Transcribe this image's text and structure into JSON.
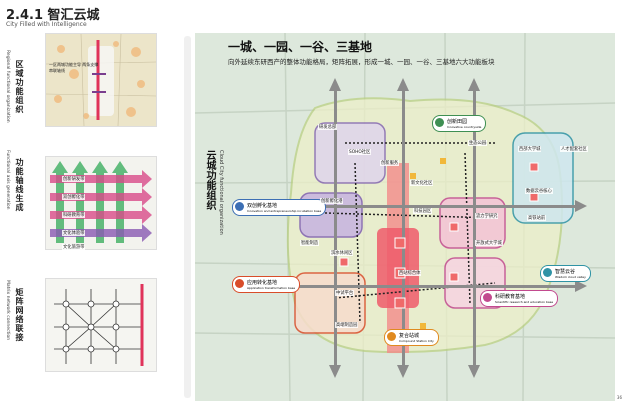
{
  "header": {
    "title": "2.4.1 智汇云城",
    "subtitle": "City Filled with Intelligence"
  },
  "left_panel": {
    "sections": [
      {
        "cn": "区域功能组织",
        "en": "Regional functional organization",
        "note": "一区两城功能主导 两条支撑串联轴线"
      },
      {
        "cn": "功能轴线生成",
        "en": "Functional axis generation"
      },
      {
        "cn": "矩阵网络联接",
        "en": "Matrix network connection"
      }
    ],
    "axis_labels": [
      "创新研发带",
      "双创孵化带",
      "科研教育带",
      "文化体验带",
      "文化旅游带"
    ]
  },
  "main": {
    "title": "一城、一园、一谷、三基地",
    "description": "向外延续东研西产的整体功能格局，矩阵拓展，形成一城、一园、一谷、三基地六大功能板块",
    "vertical_cn": "云城功能组织",
    "vertical_en": "Cloud City functional organization",
    "tags": [
      {
        "cn": "创新田园",
        "en": "Innovative countryside",
        "color": "#3f8f53"
      },
      {
        "cn": "双创孵化基地",
        "en": "Innovation and entrepreneurship incubation base",
        "color": "#3d6fb4"
      },
      {
        "cn": "应用转化基地",
        "en": "Application transformation base",
        "color": "#d94d2a"
      },
      {
        "cn": "复合站城",
        "en": "Compound Station City",
        "color": "#e08a20"
      },
      {
        "cn": "科研教育基地",
        "en": "Scientific research and education base",
        "color": "#c24a8f"
      },
      {
        "cn": "智慧云谷",
        "en": "Wisdom cloud valley",
        "color": "#2f93a5"
      }
    ],
    "places": [
      "西部大学城",
      "人才配套社区",
      "数据云谷核心",
      "高铁站前",
      "流力学研究",
      "开放式大学城",
      "西站综合体",
      "科技园区",
      "中试平台",
      "高端制造园",
      "创新孵化港",
      "SOHO社区",
      "创新服务",
      "滨水休闲区",
      "智能制造",
      "研发总部",
      "生态公园",
      "新文化社区"
    ],
    "page_number": "36"
  }
}
